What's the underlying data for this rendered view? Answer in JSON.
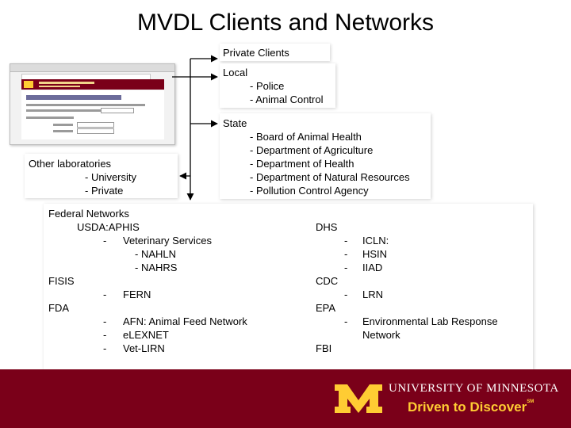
{
  "title": "MVDL Clients and Networks",
  "private_clients": "Private Clients",
  "local": {
    "heading": "Local",
    "items": [
      "- Police",
      "- Animal Control"
    ]
  },
  "state": {
    "heading": "State",
    "items": [
      "- Board of Animal Health",
      "- Department of Agriculture",
      "- Department of Health",
      "- Department of Natural Resources",
      "- Pollution Control Agency"
    ]
  },
  "other_labs": {
    "heading": "Other laboratories",
    "items": [
      "- University",
      "- Private"
    ]
  },
  "federal": {
    "heading": "Federal Networks",
    "usda": {
      "label": "USDA:APHIS",
      "dash": "-",
      "vet": "Veterinary Services",
      "sub": [
        "- NAHLN",
        "- NAHRS"
      ]
    },
    "fisis": {
      "label": "FISIS",
      "dash": "-",
      "item": "FERN"
    },
    "fda": {
      "label": "FDA",
      "dash": "-",
      "items": [
        "AFN: Animal Feed Network",
        "eLEXNET",
        "Vet-LIRN"
      ]
    },
    "dhs": {
      "label": "DHS",
      "dash": "-",
      "items": [
        "ICLN:",
        "HSIN",
        "IIAD"
      ]
    },
    "cdc": {
      "label": "CDC",
      "dash": "-",
      "item": "LRN"
    },
    "epa": {
      "label": "EPA",
      "dash": "-",
      "item": "Environmental Lab Response Network"
    },
    "fbi": {
      "label": "FBI"
    }
  },
  "footer": {
    "university": "UNIVERSITY OF MINNESOTA",
    "tagline": "Driven to Discover",
    "tm": "SM"
  },
  "colors": {
    "maroon": "#7a0019",
    "gold": "#ffcc33"
  }
}
